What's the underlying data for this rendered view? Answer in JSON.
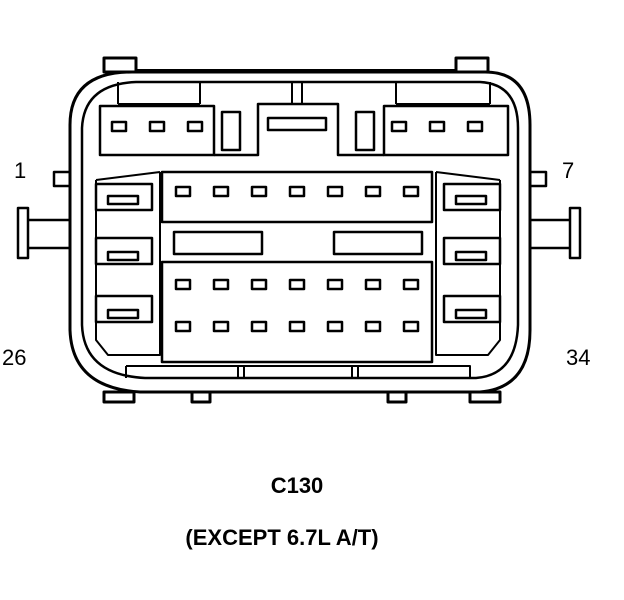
{
  "pin_labels": {
    "top_left": "1",
    "top_right": "7",
    "bottom_left": "26",
    "bottom_right": "34"
  },
  "connector": {
    "id": "C130",
    "note": "(EXCEPT 6.7L A/T)"
  },
  "colors": {
    "line": "#000000",
    "background": "#ffffff"
  }
}
